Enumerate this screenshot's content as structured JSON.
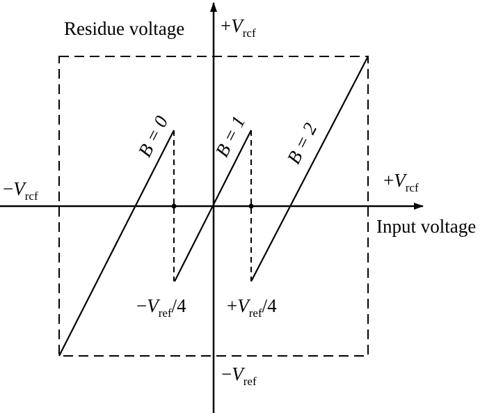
{
  "labels": {
    "residue_voltage": "Residue voltage",
    "input_voltage": "Input voltage",
    "pos_vref_top": {
      "sign": "+",
      "v": "V",
      "sub": "rcf"
    },
    "neg_vref_left": {
      "sign": "−",
      "v": "V",
      "sub": "rcf"
    },
    "pos_vref_right": {
      "sign": "+",
      "v": "V",
      "sub": "rcf"
    },
    "neg_vref_bottom": {
      "sign": "−",
      "v": "V",
      "sub": "ref"
    },
    "neg_vref_quarter": {
      "sign": "−",
      "v": "V",
      "sub": "ref",
      "tail": "/4"
    },
    "pos_vref_quarter": {
      "sign": "+",
      "v": "V",
      "sub": "ref",
      "tail": "/4"
    }
  },
  "segments": [
    {
      "label": "B = 0"
    },
    {
      "label": "B = 1"
    },
    {
      "label": "B = 2"
    }
  ]
}
